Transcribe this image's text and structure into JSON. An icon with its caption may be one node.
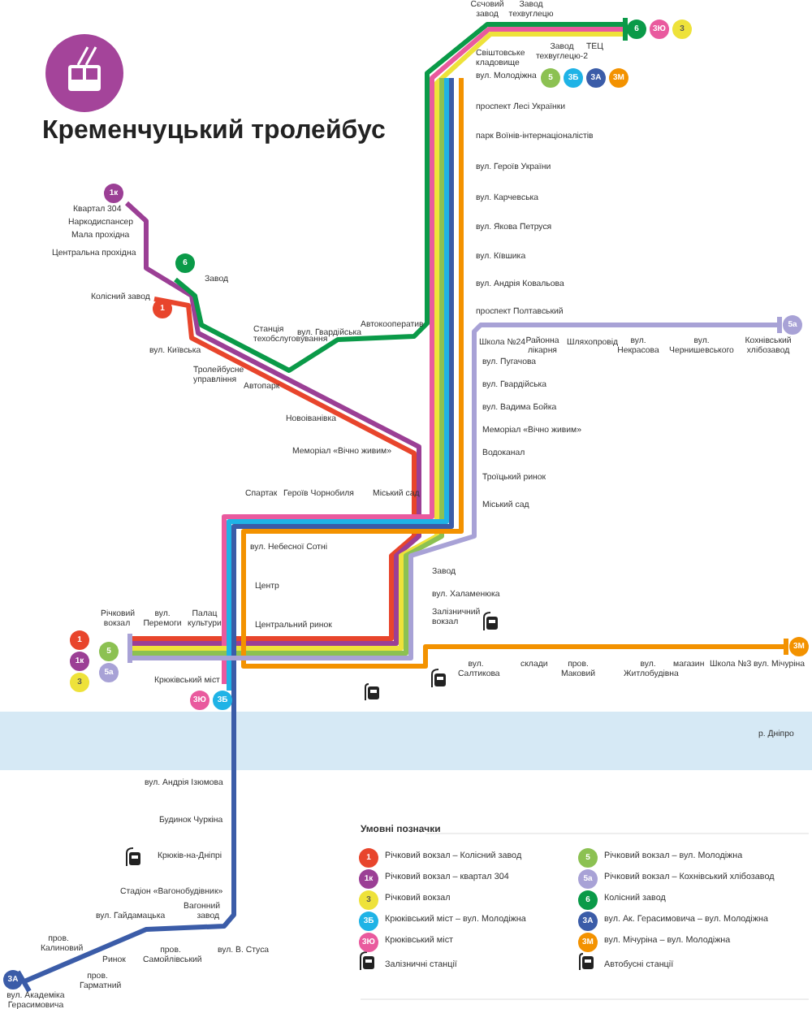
{
  "diagram": {
    "title": "Кременчуцький тролейбус",
    "nodes": [
      {
        "text": [
          "6"
        ]
      },
      {
        "text": [
          "3Ю"
        ]
      },
      {
        "text": [
          "3"
        ]
      },
      {
        "text": [
          "5"
        ]
      },
      {
        "text": [
          "3Б"
        ]
      },
      {
        "text": [
          "3А"
        ]
      },
      {
        "text": [
          "3М"
        ]
      },
      {
        "text": [
          "1к"
        ]
      },
      {
        "text": [
          "6"
        ]
      },
      {
        "text": [
          "1"
        ]
      },
      {
        "text": [
          "5а"
        ]
      },
      {
        "text": [
          "1"
        ]
      },
      {
        "text": [
          "5"
        ]
      },
      {
        "text": [
          "3М"
        ]
      },
      {
        "text": [
          "1к"
        ]
      },
      {
        "text": [
          "5а"
        ]
      },
      {
        "text": [
          "3"
        ]
      },
      {
        "text": [
          "3Ю"
        ]
      },
      {
        "text": [
          "3Б"
        ]
      },
      {
        "text": [
          "3А"
        ]
      },
      {
        "text": [
          "1"
        ]
      },
      {
        "text": [
          "5"
        ]
      },
      {
        "text": [
          "1к"
        ]
      },
      {
        "text": [
          "5а"
        ]
      },
      {
        "text": [
          "3"
        ]
      },
      {
        "text": [
          "6"
        ]
      },
      {
        "text": [
          "3Б"
        ]
      },
      {
        "text": [
          "3А"
        ]
      },
      {
        "text": [
          "3Ю"
        ]
      },
      {
        "text": [
          "3М"
        ]
      }
    ],
    "labels": [
      "Сєчовий завод",
      "Завод техвуглецю",
      "Свіштовське кладовище",
      "Завод техвуглецю-2",
      "ТЕЦ",
      "вул. Молодіжна",
      "проспект Лесі Українки",
      "парк Воїнів-інтернаціоналістів",
      "вул. Героїв України",
      "вул. Карчевська",
      "вул. Якова Петруся",
      "вул. Кївшика",
      "вул. Андрія Ковальова",
      "проспект Полтавський",
      "Квартал 304",
      "Наркодиспансер",
      "Мала прохідна",
      "Центральна прохідна",
      "Колісний завод",
      "Завод",
      "Автокооператив",
      "вул. Гвардійська",
      "Станція техобслуговування",
      "вул. Київська",
      "Тролейбусне управління",
      "Автопарк",
      "Новоіванівка",
      "Меморіал «Вічно живим»",
      "Школа №24",
      "Районна лікарня",
      "Шляхопровід",
      "вул. Некрасова",
      "вул. Чернишевського",
      "Кохнівський хлібозавод",
      "вул. Пугачова",
      "вул. Гвардійська",
      "вул. Вадима Бойка",
      "Меморіал «Вічно живим»",
      "Водоканал",
      "Троїцький ринок",
      "Міський сад",
      "Спартак",
      "Героїв Чорнобиля",
      "Міський сад",
      "вул. Небесної Сотні",
      "Центр",
      "Центральний ринок",
      "Річковий вокзал",
      "вул. Перемоги",
      "Палац культури",
      "Завод",
      "вул. Халаменюка",
      "Залізничний вокзал",
      "Крюківський міст",
      "вул. Салтикова",
      "склади",
      "пров. Маковий",
      "вул. Житлобудівна",
      "магазин",
      "Школа №3",
      "вул. Мічуріна",
      "р. Дніпро",
      "вул. Андрія Ізюмова",
      "Будинок Чуркіна",
      "Крюків-на-Дніпрі",
      "Стадіон «Вагонобудівник»",
      "Вагонний завод",
      "вул. Гайдамацька",
      "пров. Калиновий",
      "Ринок",
      "пров. Самойлівський",
      "вул. В. Стуса",
      "пров. Гарматний",
      "вул. Академіка Герасимовича",
      "Умовні позначки"
    ],
    "legend": [
      {
        "text": "Річковий вокзал – Колісний завод",
        "color": "#e8452c"
      },
      {
        "text": "Річковий вокзал – вул. Молодіжна",
        "color": "#8cc152"
      },
      {
        "text": "Річковий вокзал – квартал 304",
        "color": "#9b3f95"
      },
      {
        "text": "Річковий вокзал – Кохнівський хлібозавод",
        "color": "#a8a2d6"
      },
      {
        "text": "Річковий вокзал",
        "color": "#eee23a"
      },
      {
        "text": "Колісний завод",
        "color": "#0a9a48"
      },
      {
        "text": "Крюківський міст – вул. Молодіжна",
        "color": "#1fb3e6"
      },
      {
        "text": "вул. Ак. Герасимовича – вул. Молодіжна",
        "color": "#3b5ca8"
      },
      {
        "text": "Крюківський міст",
        "color": "#e95a9e"
      },
      {
        "text": "вул. Мічуріна – вул. Молодіжна",
        "color": "#f39200"
      },
      {
        "text": "Залізничні станції"
      },
      {
        "text": "Автобусні станції"
      }
    ]
  }
}
